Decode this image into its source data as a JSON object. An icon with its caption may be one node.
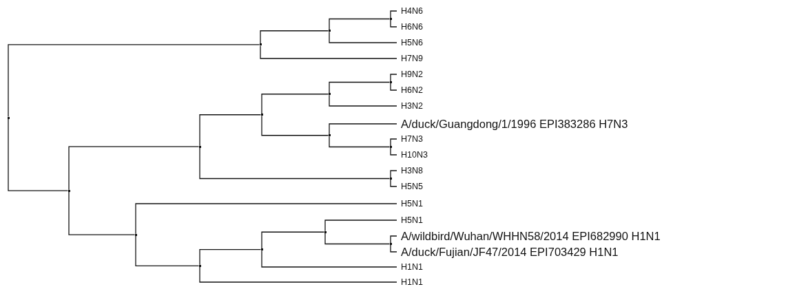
{
  "diagram": {
    "nodes": [
      {
        "text": [
          "H4N6"
        ]
      },
      {
        "text": [
          "H6N6"
        ]
      },
      {
        "text": [
          "H5N6"
        ]
      },
      {
        "text": [
          "H7N9"
        ]
      },
      {
        "text": [
          "H9N2"
        ]
      },
      {
        "text": [
          "H6N2"
        ]
      },
      {
        "text": [
          "H3N2"
        ]
      },
      {
        "text": [
          "A/duck/Guangdong/1/1996 EPI383286 H7N3"
        ]
      },
      {
        "text": [
          "H7N3"
        ]
      },
      {
        "text": [
          "H10N3"
        ]
      },
      {
        "text": [
          "H3N8"
        ]
      },
      {
        "text": [
          "H5N5"
        ]
      },
      {
        "text": [
          "H5N1"
        ]
      },
      {
        "text": [
          "H5N1"
        ]
      },
      {
        "text": [
          "A/wildbird/Wuhan/WHHN58/2014 EPI682990 H1N1"
        ]
      },
      {
        "text": [
          "A/duck/Fujian/JF47/2014 EPI703429 H1N1"
        ]
      },
      {
        "text": [
          "H1N1"
        ]
      },
      {
        "text": [
          "H1N1"
        ]
      },
      {
        "text": [],
        "shape": "junction"
      },
      {
        "text": [],
        "shape": "junction"
      },
      {
        "text": [],
        "shape": "junction"
      },
      {
        "text": [],
        "shape": "junction"
      },
      {
        "text": [],
        "shape": "junction"
      },
      {
        "text": [],
        "shape": "junction"
      },
      {
        "text": [],
        "shape": "junction"
      },
      {
        "text": [],
        "shape": "junction"
      },
      {
        "text": [],
        "shape": "junction"
      },
      {
        "text": [],
        "shape": "junction"
      },
      {
        "text": [],
        "shape": "junction"
      },
      {
        "text": [],
        "shape": "junction"
      },
      {
        "text": [],
        "shape": "junction"
      },
      {
        "text": [],
        "shape": "junction"
      },
      {
        "text": [],
        "shape": "junction"
      },
      {
        "text": [],
        "shape": "junction"
      },
      {
        "text": [],
        "shape": "junction"
      }
    ],
    "edges": [
      {
        "from": 18,
        "to": 19,
        "arrow": "none"
      },
      {
        "from": 18,
        "to": 22,
        "arrow": "none"
      },
      {
        "from": 19,
        "to": 20,
        "arrow": "none"
      },
      {
        "from": 19,
        "to": 3,
        "arrow": "none"
      },
      {
        "from": 20,
        "to": 21,
        "arrow": "none"
      },
      {
        "from": 20,
        "to": 2,
        "arrow": "none"
      },
      {
        "from": 21,
        "to": 0,
        "arrow": "none"
      },
      {
        "from": 21,
        "to": 1,
        "arrow": "none"
      },
      {
        "from": 22,
        "to": 23,
        "arrow": "none"
      },
      {
        "from": 22,
        "to": 30,
        "arrow": "none"
      },
      {
        "from": 23,
        "to": 24,
        "arrow": "none"
      },
      {
        "from": 23,
        "to": 29,
        "arrow": "none"
      },
      {
        "from": 24,
        "to": 25,
        "arrow": "none"
      },
      {
        "from": 24,
        "to": 27,
        "arrow": "none"
      },
      {
        "from": 25,
        "to": 26,
        "arrow": "none"
      },
      {
        "from": 25,
        "to": 6,
        "arrow": "none"
      },
      {
        "from": 26,
        "to": 4,
        "arrow": "none"
      },
      {
        "from": 26,
        "to": 5,
        "arrow": "none"
      },
      {
        "from": 27,
        "to": 7,
        "arrow": "none"
      },
      {
        "from": 27,
        "to": 28,
        "arrow": "none"
      },
      {
        "from": 28,
        "to": 8,
        "arrow": "none"
      },
      {
        "from": 28,
        "to": 9,
        "arrow": "none"
      },
      {
        "from": 29,
        "to": 10,
        "arrow": "none"
      },
      {
        "from": 29,
        "to": 11,
        "arrow": "none"
      },
      {
        "from": 30,
        "to": 12,
        "arrow": "none"
      },
      {
        "from": 30,
        "to": 31,
        "arrow": "none"
      },
      {
        "from": 31,
        "to": 32,
        "arrow": "none"
      },
      {
        "from": 31,
        "to": 17,
        "arrow": "none"
      },
      {
        "from": 32,
        "to": 33,
        "arrow": "none"
      },
      {
        "from": 32,
        "to": 16,
        "arrow": "none"
      },
      {
        "from": 33,
        "to": 13,
        "arrow": "none"
      },
      {
        "from": 33,
        "to": 34,
        "arrow": "none"
      },
      {
        "from": 34,
        "to": 14,
        "arrow": "none"
      },
      {
        "from": 34,
        "to": 15,
        "arrow": "none"
      }
    ]
  }
}
